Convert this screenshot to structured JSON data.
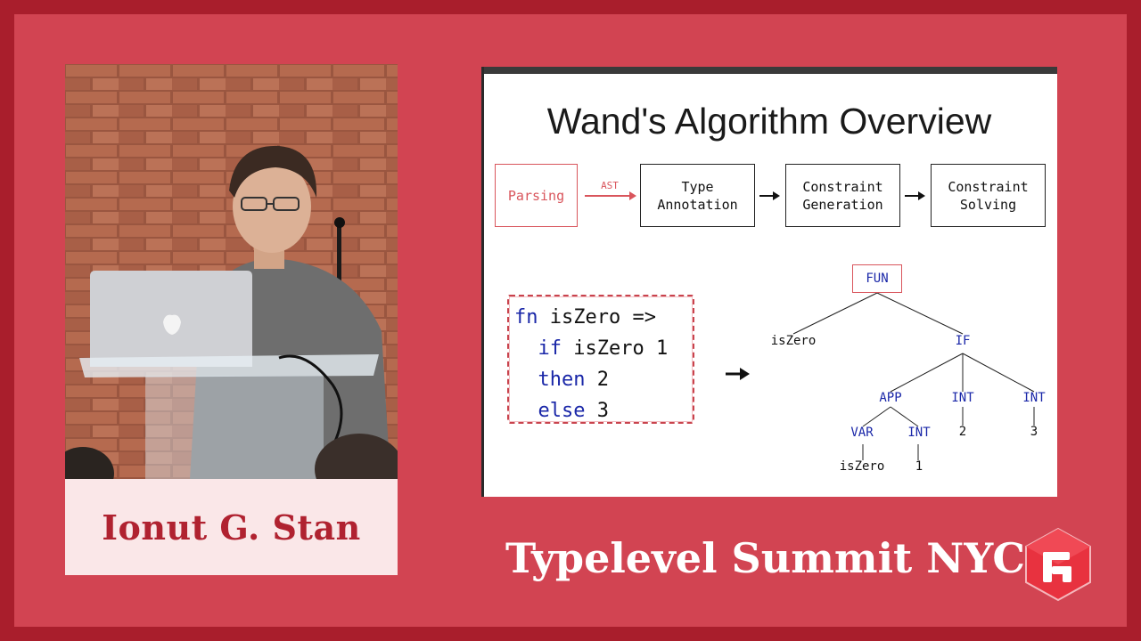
{
  "speaker": {
    "name": "Ionut G. Stan"
  },
  "event": {
    "title": "Typelevel Summit NYC"
  },
  "slide": {
    "title": "Wand's Algorithm Overview",
    "pipeline": {
      "steps": [
        "Parsing",
        "Type\nAnnotation",
        "Constraint\nGeneration",
        "Constraint\nSolving"
      ],
      "first_arrow_label": "AST"
    },
    "code": {
      "line1_kw": "fn",
      "line1_rest": " isZero =>",
      "line2_kw": "if",
      "line2_rest": " isZero 1",
      "line3_kw": "then",
      "line3_rest": " 2",
      "line4_kw": "else",
      "line4_rest": " 3"
    },
    "tree": {
      "root": "FUN",
      "param": "isZero",
      "if": "IF",
      "app": "APP",
      "int_then": "INT",
      "int_else": "INT",
      "var": "VAR",
      "int_arg": "INT",
      "then_value": "2",
      "else_value": "3",
      "var_name": "isZero",
      "arg_value": "1"
    }
  },
  "colors": {
    "frame_border": "#a91e2c",
    "frame_fill": "#d24452",
    "accent_red": "#d9555c",
    "keyword_blue": "#1a27a8",
    "name_card": "#fae7e8"
  }
}
